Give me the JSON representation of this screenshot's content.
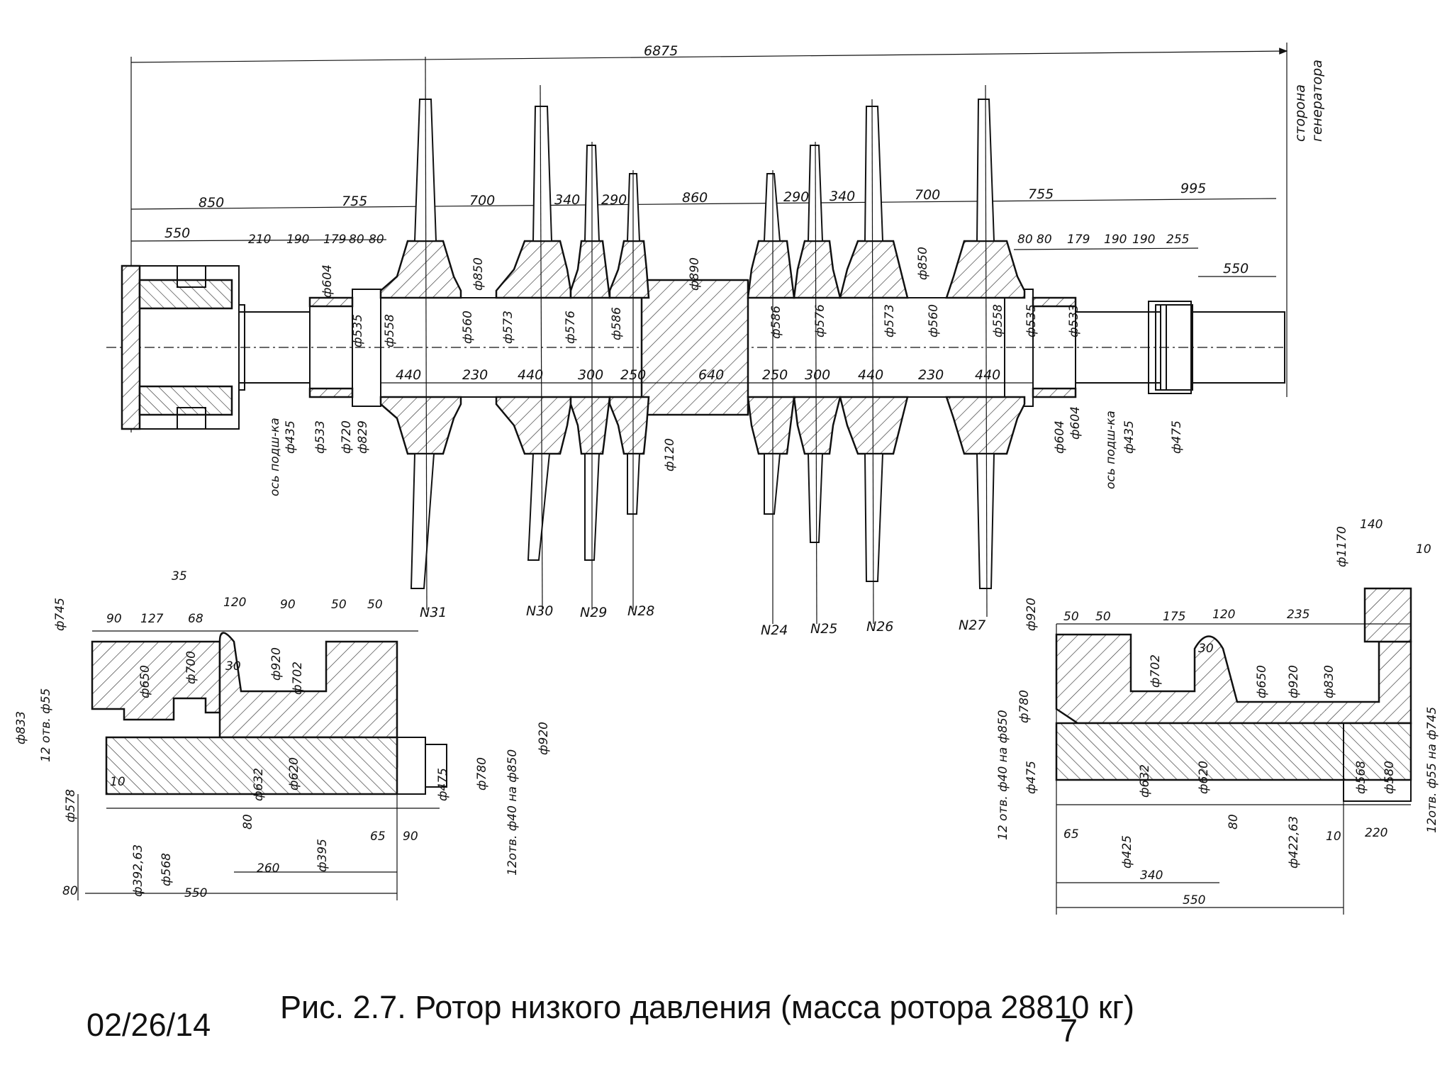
{
  "caption": "Рис. 2.7. Ротор низкого давления (масса ротора 28810 кг)",
  "date": "02/26/14",
  "page_number": "7",
  "side_label": [
    "сторона",
    "генератора"
  ],
  "overall_length": "6875",
  "top_dims": [
    "850",
    "755",
    "700",
    "340",
    "290",
    "860",
    "290",
    "340",
    "700",
    "755",
    "995"
  ],
  "upper_dims_left": [
    "550",
    "210",
    "190",
    "179",
    "80",
    "80"
  ],
  "upper_dims_right": [
    "80",
    "80",
    "179",
    "190",
    "190",
    "255",
    "550"
  ],
  "shaft_section_dims": [
    "440",
    "230",
    "440",
    "300",
    "250",
    "640",
    "250",
    "300",
    "440",
    "230",
    "440"
  ],
  "diameters_top": [
    "ф604",
    "ф850",
    "ф890",
    "ф850",
    "ф604"
  ],
  "diameters_mid": [
    "ф535",
    "ф558",
    "ф560",
    "ф573",
    "ф576",
    "ф586",
    "ф586",
    "ф576",
    "ф573",
    "ф560",
    "ф558",
    "ф535",
    "ф533"
  ],
  "diameters_bottom": [
    "ф435",
    "ф533",
    "ф720",
    "ф829",
    "ф120",
    "ф604",
    "ф435",
    "ф475"
  ],
  "bearing_axis_label": "ось подш-ка",
  "stage_labels": [
    "N31",
    "N30",
    "N29",
    "N28",
    "N24",
    "N25",
    "N26",
    "N27"
  ],
  "detail_left": {
    "dims": [
      "35",
      "120",
      "90",
      "50",
      "50",
      "90",
      "127",
      "68",
      "ф745",
      "ф650",
      "ф700",
      "30",
      "ф920",
      "ф702",
      "ф833",
      "12 отв. ф55",
      "ф578",
      "10",
      "ф632",
      "ф620",
      "ф475",
      "ф780",
      "12отв. ф40 на ф850",
      "ф920",
      "80",
      "ф395",
      "65",
      "90",
      "260",
      "ф392,63",
      "ф568",
      "80",
      "550"
    ]
  },
  "detail_right": {
    "dims": [
      "140",
      "10",
      "ф1170",
      "ф920",
      "50",
      "50",
      "175",
      "120",
      "235",
      "30",
      "ф702",
      "ф650",
      "ф920",
      "ф830",
      "12 отв. ф40 на ф850",
      "ф780",
      "ф475",
      "ф632",
      "ф620",
      "ф568",
      "ф580",
      "12отв. ф55 на ф745",
      "65",
      "ф425",
      "80",
      "ф422,63",
      "10",
      "220",
      "340",
      "550"
    ]
  }
}
